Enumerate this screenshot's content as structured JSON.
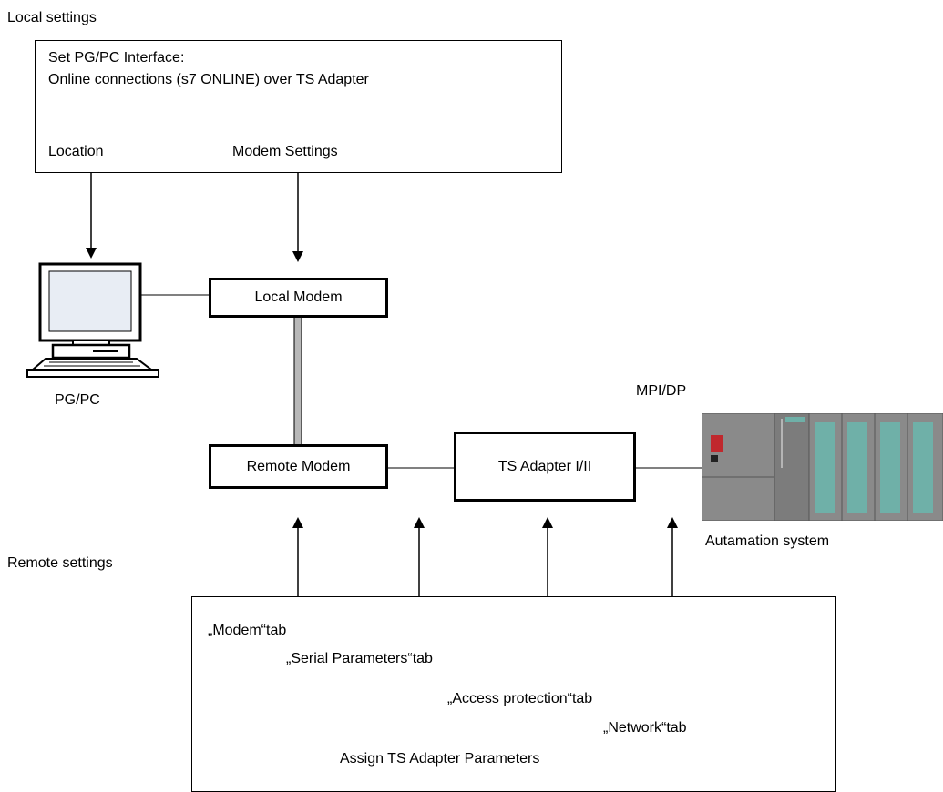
{
  "local_section": {
    "title": "Local settings",
    "interface_lines": [
      "Set PG/PC Interface:",
      "Online connections (s7 ONLINE) over TS Adapter"
    ],
    "location_label": "Location",
    "modem_settings_label": "Modem Settings"
  },
  "devices": {
    "pc_label": "PG/PC",
    "local_modem": "Local Modem",
    "remote_modem": "Remote Modem",
    "ts_adapter": "TS Adapter I/II",
    "bus_label": "MPI/DP",
    "automation_label": "Autamation system"
  },
  "remote_section": {
    "title": "Remote settings",
    "tabs": [
      "„Modem“tab",
      "„Serial Parameters“tab",
      "„Access protection“tab",
      "„Network“tab"
    ],
    "footer": "Assign TS Adapter Parameters"
  },
  "colors": {
    "plc_body": "#8a8a8a",
    "plc_module": "#6fb0a8",
    "plc_led": "#c0282d",
    "link_cable": "#b8b8b8"
  }
}
